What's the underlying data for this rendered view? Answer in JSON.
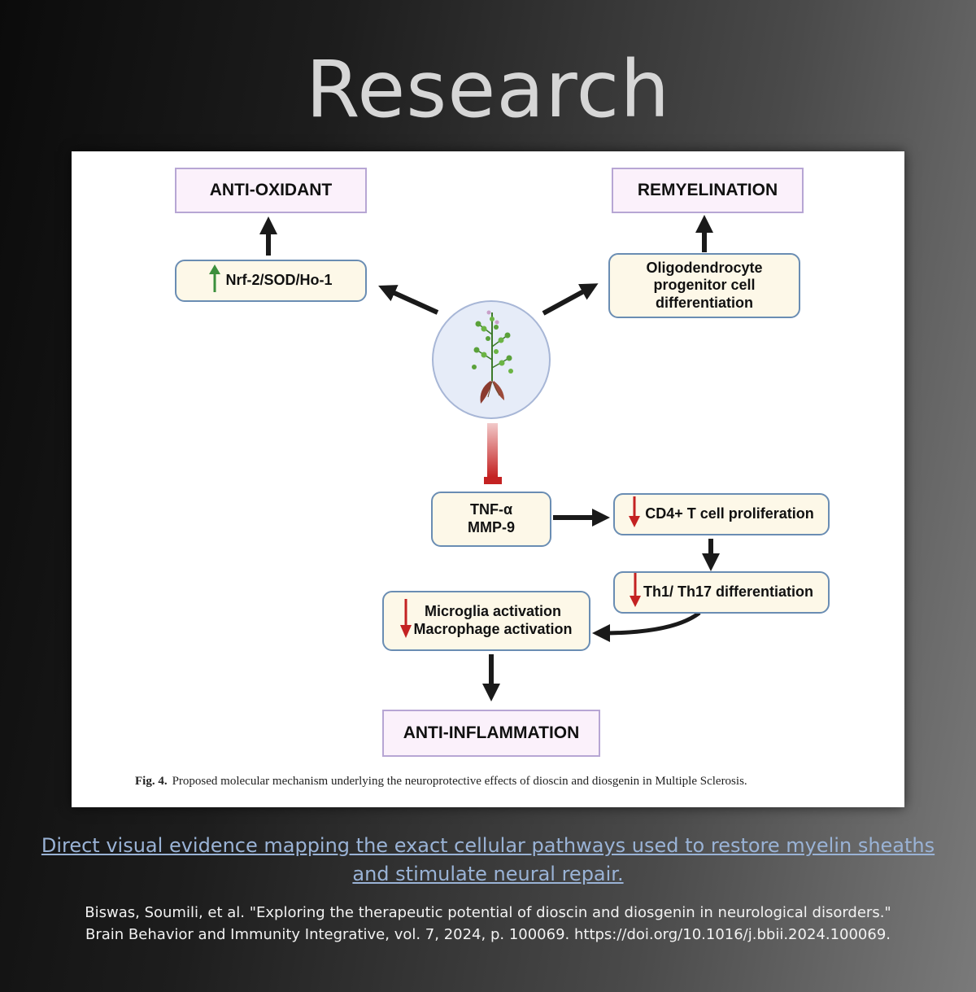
{
  "header": {
    "title": "Research"
  },
  "figure": {
    "nodes": {
      "anti_oxidant": "ANTI-OXIDANT",
      "remyelination": "REMYELINATION",
      "nrf2": "Nrf-2/SOD/Ho-1",
      "opc_line1": "Oligodendrocyte",
      "opc_line2": "progenitor cell",
      "opc_line3": "differentiation",
      "tnf_line1": "TNF-α",
      "tnf_line2": "MMP-9",
      "cd4": "CD4+ T cell proliferation",
      "th": "Th1/ Th17 differentiation",
      "microglia_line1": "Microglia activation",
      "microglia_line2": "Macrophage activation",
      "anti_inflammation": "ANTI-INFLAMMATION"
    },
    "caption_label": "Fig. 4.",
    "caption_text": "Proposed molecular mechanism underlying the neuroprotective effects of dioscin and diosgenin in Multiple Sclerosis.",
    "colors": {
      "up_arrow": "#3c8f3c",
      "down_arrow": "#c42222",
      "inhibit": "#c42222",
      "arrow": "#1a1a1a"
    }
  },
  "footer": {
    "link_text": "Direct visual evidence mapping the exact cellular pathways used to restore myelin sheaths and stimulate neural repair.",
    "citation_line1": "Biswas, Soumili, et al. \"Exploring the therapeutic potential of dioscin and diosgenin in neurological disorders.\"",
    "citation_line2": "Brain Behavior and Immunity Integrative, vol. 7, 2024, p. 100069. https://doi.org/10.1016/j.bbii.2024.100069."
  }
}
